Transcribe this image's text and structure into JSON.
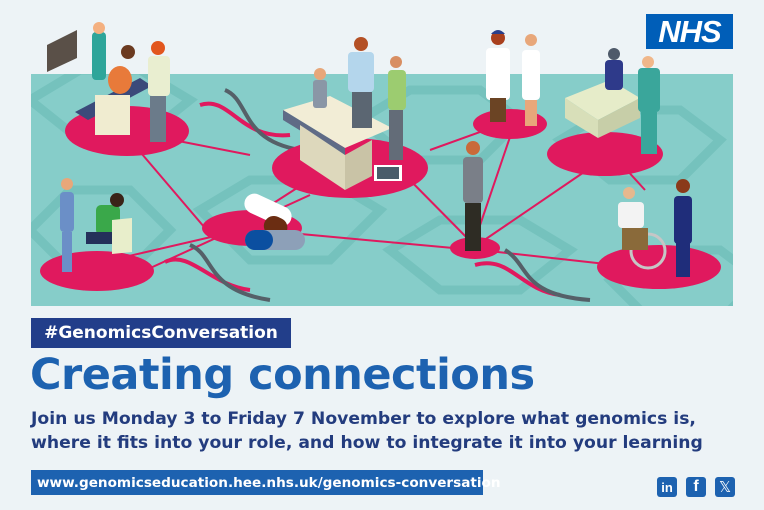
{
  "brand": {
    "logo_text": "NHS",
    "colors": {
      "nhs_blue": "#005eb8",
      "headline_blue": "#1d62b0",
      "dark_blue": "#223e8a",
      "teal_panel": "#86cdc9",
      "pink_accent": "#e0195e",
      "background": "#edf3f6"
    }
  },
  "illustration": {
    "description": "Isometric healthcare scenes on pink platforms connected by pink lines over a teal hexagon background with DNA helices",
    "scenes": [
      "ultrasound-scan-scene",
      "consultation-bed-scene",
      "doctors-conversation-scene",
      "incubator-scene",
      "blood-test-scene",
      "medication-capsules",
      "clinician-with-tablet",
      "wheelchair-patient-scene"
    ]
  },
  "hashtag": "#GenomicsConversation",
  "headline": "Creating connections",
  "subtext": {
    "line1": "Join us Monday 3 to Friday 7 November to explore what genomics is,",
    "line2": "where it fits into your role, and how to integrate it into your learning"
  },
  "url": "www.genomicseducation.hee.nhs.uk/genomics-conversation",
  "social": {
    "linkedin": "in",
    "facebook": "f",
    "x": "𝕏"
  }
}
